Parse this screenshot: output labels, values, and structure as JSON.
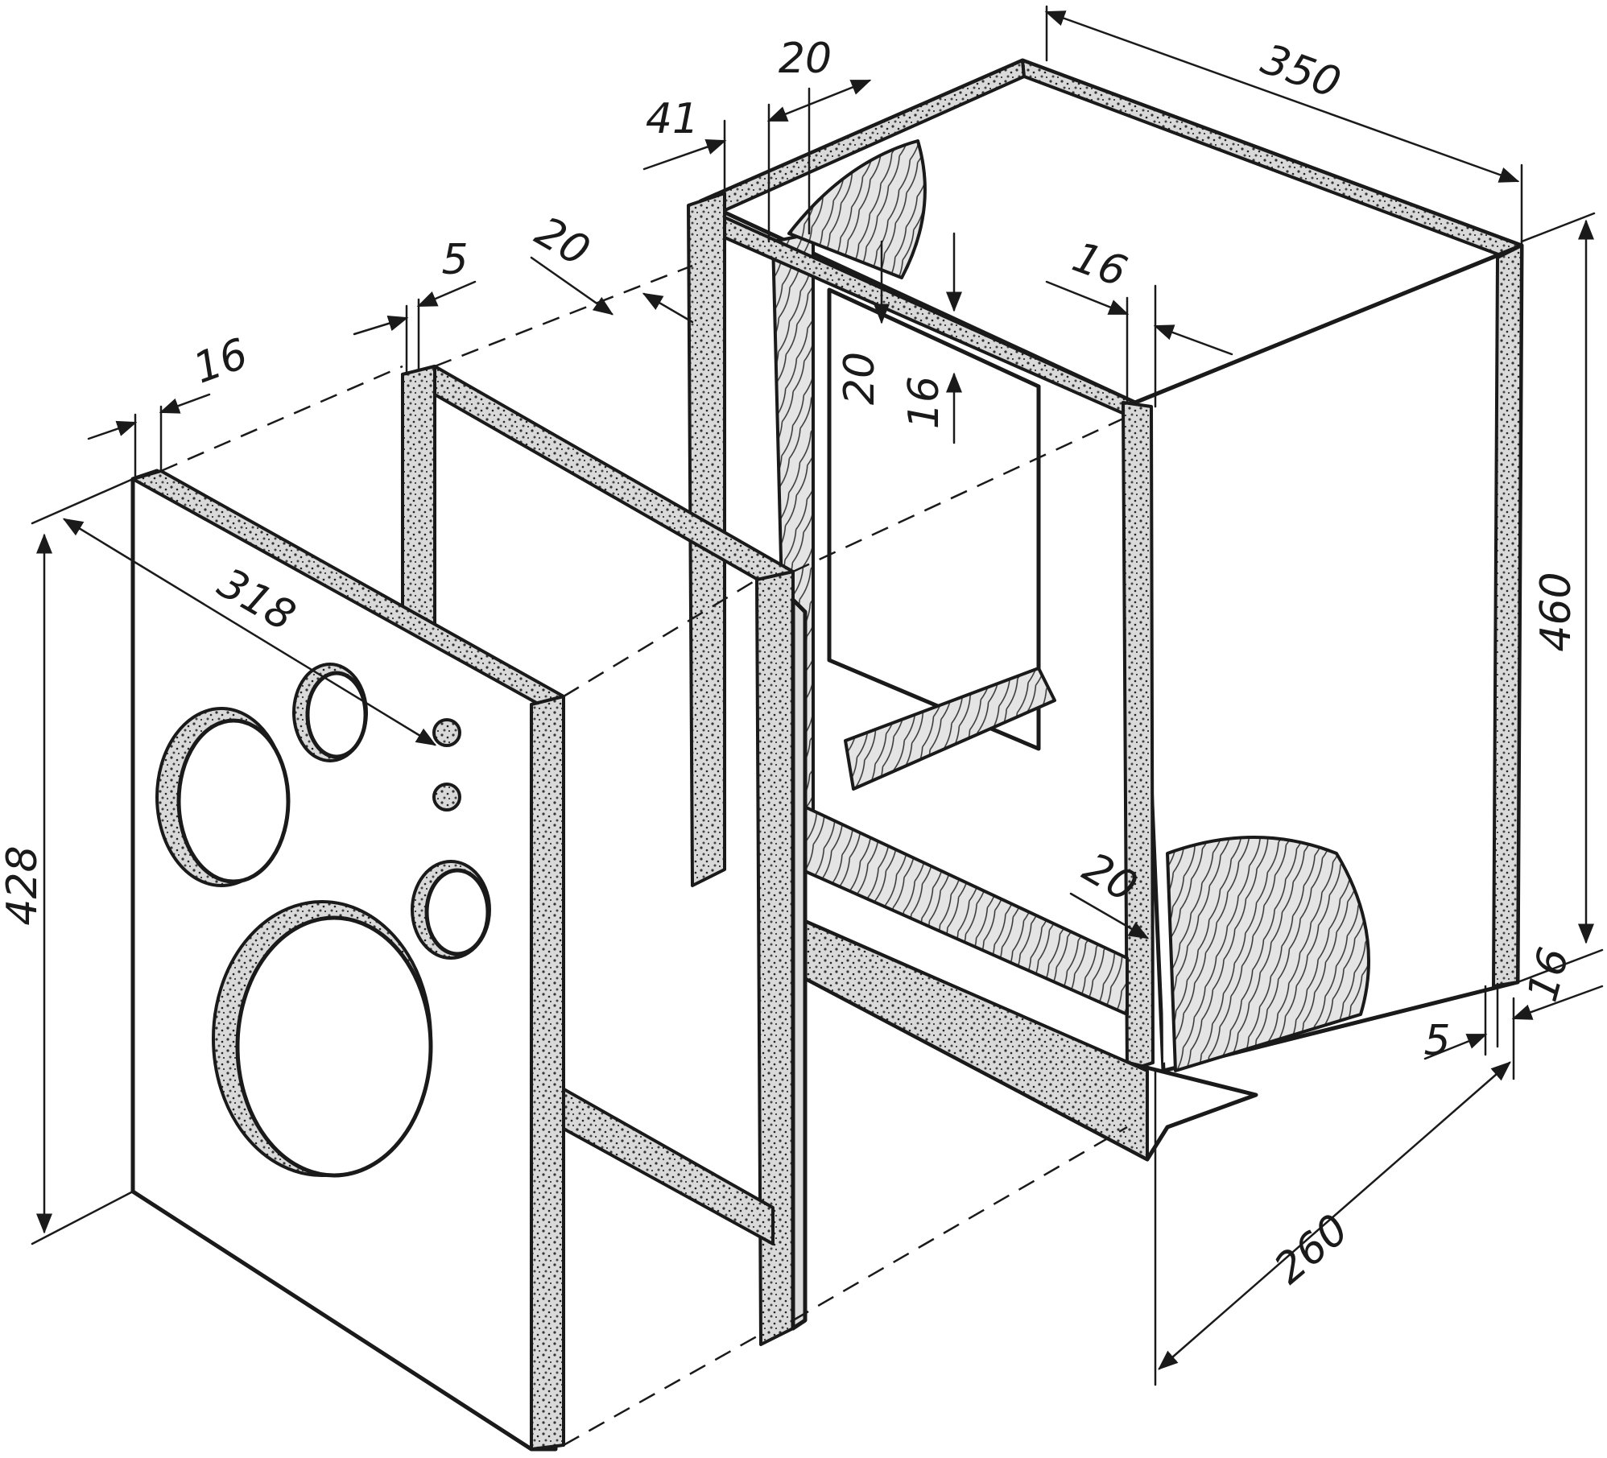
{
  "dimensions": {
    "panel_height": "428",
    "panel_width": "318",
    "panel_thickness": "16",
    "gap_front": "5",
    "frame_width": "20",
    "offset_top": "41",
    "top_frame": "20",
    "cabinet_depth": "350",
    "cabinet_height": "460",
    "shelf_thickness": "16",
    "inner_vertical": "20",
    "inner_rail": "16",
    "bottom_rail": "20",
    "bottom_depth": "260",
    "bottom_gap": "5",
    "bottom_thickness": "16"
  },
  "colors": {
    "ink": "#1a1a1a",
    "paper": "#ffffff"
  }
}
